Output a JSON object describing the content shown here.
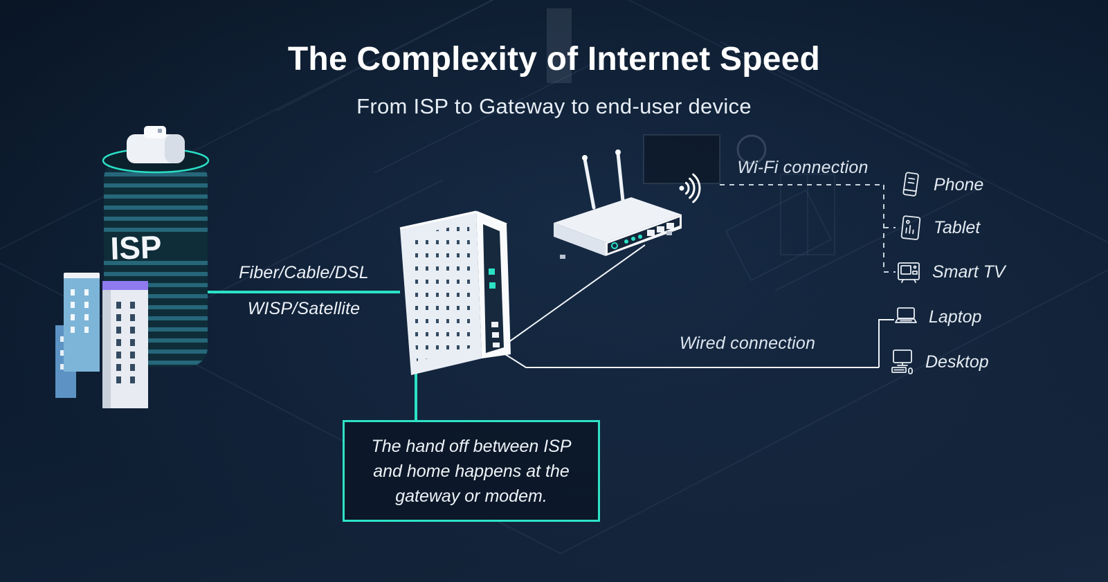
{
  "title": "The Complexity of Internet Speed",
  "subtitle": "From ISP to Gateway to end-user device",
  "isp": {
    "label": "ISP"
  },
  "links": {
    "isp_to_gateway_line1": "Fiber/Cable/DSL",
    "isp_to_gateway_line2": "WISP/Satellite",
    "wifi_label": "Wi-Fi connection",
    "wired_label": "Wired connection"
  },
  "devices": [
    {
      "id": "phone",
      "label": "Phone",
      "connection": "wifi"
    },
    {
      "id": "tablet",
      "label": "Tablet",
      "connection": "wifi"
    },
    {
      "id": "smart-tv",
      "label": "Smart TV",
      "connection": "wifi"
    },
    {
      "id": "laptop",
      "label": "Laptop",
      "connection": "wired"
    },
    {
      "id": "desktop",
      "label": "Desktop",
      "connection": "wired"
    }
  ],
  "callout": {
    "line1": "The hand off between ISP",
    "line2": "and home happens at the",
    "line3": "gateway or modem."
  },
  "colors": {
    "accent_teal": "#2be2c6",
    "background_navy": "#0d1b2e",
    "text_white": "#ffffff",
    "purple_accent": "#8f7aef"
  }
}
